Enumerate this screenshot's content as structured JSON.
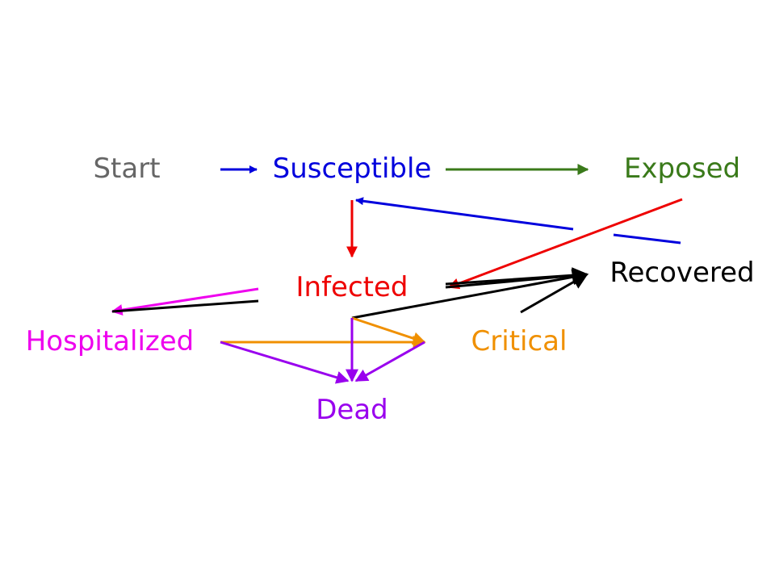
{
  "diagram": {
    "nodes": {
      "start": {
        "label": "Start",
        "color": "#666666"
      },
      "susceptible": {
        "label": "Susceptible",
        "color": "#0000dd"
      },
      "exposed": {
        "label": "Exposed",
        "color": "#3a7a1a"
      },
      "infected": {
        "label": "Infected",
        "color": "#ee0000"
      },
      "recovered": {
        "label": "Recovered",
        "color": "#000000"
      },
      "hospitalized": {
        "label": "Hospitalized",
        "color": "#ee00ee"
      },
      "critical": {
        "label": "Critical",
        "color": "#f09000"
      },
      "dead": {
        "label": "Dead",
        "color": "#9900ee"
      }
    },
    "edges": [
      {
        "from": "start",
        "to": "susceptible",
        "color": "#0000dd"
      },
      {
        "from": "susceptible",
        "to": "exposed",
        "color": "#3a7a1a"
      },
      {
        "from": "susceptible",
        "to": "infected",
        "color": "#ee0000"
      },
      {
        "from": "exposed",
        "to": "infected",
        "color": "#ee0000"
      },
      {
        "from": "recovered",
        "to": "susceptible",
        "color": "#0000dd"
      },
      {
        "from": "infected",
        "to": "recovered",
        "color": "#000000"
      },
      {
        "from": "infected",
        "to": "hospitalized",
        "color": "#ee00ee"
      },
      {
        "from": "infected",
        "to": "critical",
        "color": "#f09000"
      },
      {
        "from": "infected",
        "to": "dead",
        "color": "#9900ee"
      },
      {
        "from": "hospitalized",
        "to": "recovered",
        "color": "#000000"
      },
      {
        "from": "hospitalized",
        "to": "critical",
        "color": "#f09000"
      },
      {
        "from": "hospitalized",
        "to": "dead",
        "color": "#9900ee"
      },
      {
        "from": "critical",
        "to": "recovered",
        "color": "#000000"
      },
      {
        "from": "critical",
        "to": "dead",
        "color": "#9900ee"
      }
    ]
  }
}
